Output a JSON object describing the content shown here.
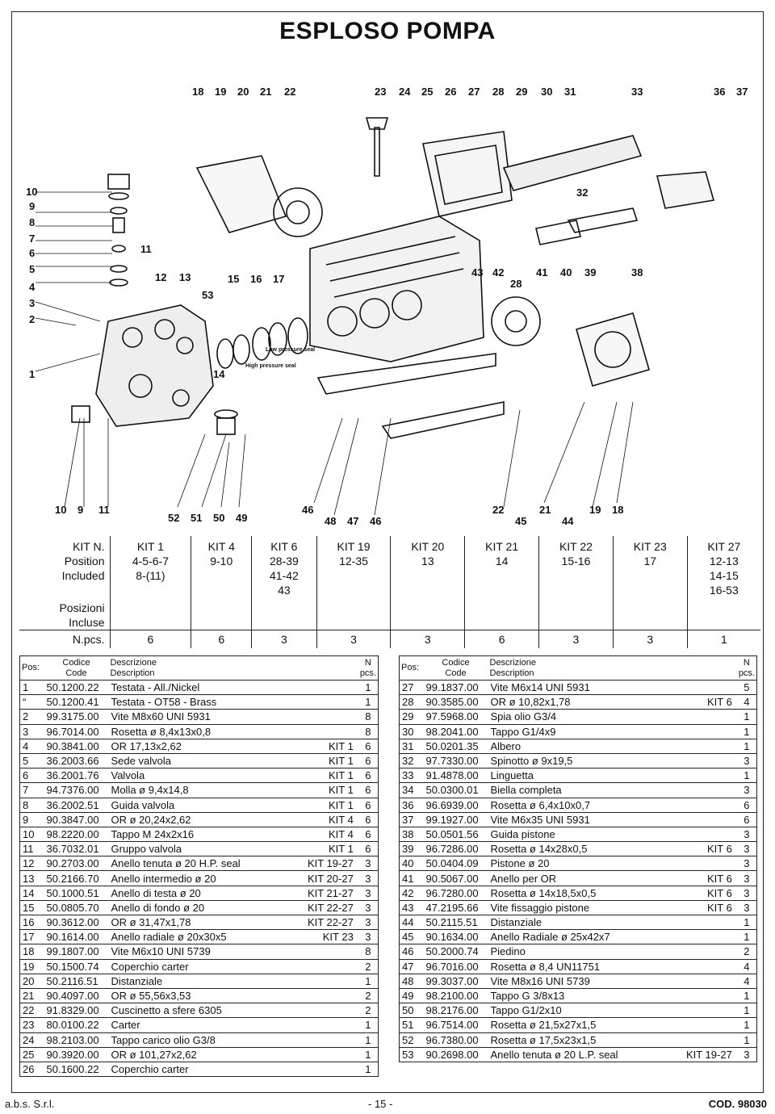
{
  "title": "ESPLOSO POMPA",
  "diagram": {
    "callouts_top": [
      "18",
      "19",
      "20",
      "21",
      "22",
      "23",
      "24",
      "25",
      "26",
      "27",
      "28",
      "29",
      "30",
      "31",
      "33",
      "36",
      "37"
    ],
    "callouts_left": [
      "10",
      "9",
      "8",
      "7",
      "6",
      "5",
      "4",
      "3",
      "2",
      "1"
    ],
    "callouts_mid": [
      "11",
      "12",
      "13",
      "53",
      "15",
      "16",
      "17",
      "14",
      "32",
      "43",
      "42",
      "41",
      "40",
      "39",
      "38",
      "28"
    ],
    "callouts_bottom": [
      "10",
      "9",
      "11",
      "52",
      "51",
      "50",
      "49",
      "46",
      "48",
      "47",
      "46",
      "22",
      "45",
      "21",
      "44",
      "19",
      "18"
    ],
    "seal_labels": [
      "Low pressure seal",
      "High pressure seal"
    ]
  },
  "kits": {
    "header": {
      "line1": "KIT N.",
      "line2": "Position",
      "line3": "Included",
      "line4": "Posizioni",
      "line5": "Incluse",
      "pcs": "N.pcs."
    },
    "columns": [
      {
        "name": "KIT 1",
        "pos": [
          "4-5-6-7",
          "8-(11)"
        ],
        "pcs": "6"
      },
      {
        "name": "KIT 4",
        "pos": [
          "9-10"
        ],
        "pcs": "6"
      },
      {
        "name": "KIT 6",
        "pos": [
          "28-39",
          "41-42",
          "43"
        ],
        "pcs": "3"
      },
      {
        "name": "KIT 19",
        "pos": [
          "12-35"
        ],
        "pcs": "3"
      },
      {
        "name": "KIT 20",
        "pos": [
          "13"
        ],
        "pcs": "3"
      },
      {
        "name": "KIT 21",
        "pos": [
          "14"
        ],
        "pcs": "6"
      },
      {
        "name": "KIT 22",
        "pos": [
          "15-16"
        ],
        "pcs": "3"
      },
      {
        "name": "KIT 23",
        "pos": [
          "17"
        ],
        "pcs": "3"
      },
      {
        "name": "KIT 27",
        "pos": [
          "12-13",
          "14-15",
          "16-53"
        ],
        "pcs": "1"
      }
    ]
  },
  "parts_header": {
    "pos": "Pos:",
    "codice": "Codice",
    "code": "Code",
    "descrizione": "Descrizione",
    "description": "Description",
    "n": "N",
    "pcs": "pcs."
  },
  "parts_left": [
    {
      "pos": "1",
      "code": "50.1200.22",
      "desc": "Testata - All./Nickel",
      "kit": "",
      "n": "1"
    },
    {
      "pos": "“",
      "code": "50.1200.41",
      "desc": "Testata - OT58 - Brass",
      "kit": "",
      "n": "1"
    },
    {
      "pos": "2",
      "code": "99.3175.00",
      "desc": "Vite M8x60 UNI 5931",
      "kit": "",
      "n": "8"
    },
    {
      "pos": "3",
      "code": "96.7014.00",
      "desc": "Rosetta ø 8,4x13x0,8",
      "kit": "",
      "n": "8"
    },
    {
      "pos": "4",
      "code": "90.3841.00",
      "desc": "OR 17,13x2,62",
      "kit": "KIT 1",
      "n": "6"
    },
    {
      "pos": "5",
      "code": "36.2003.66",
      "desc": "Sede valvola",
      "kit": "KIT 1",
      "n": "6"
    },
    {
      "pos": "6",
      "code": "36.2001.76",
      "desc": "Valvola",
      "kit": "KIT 1",
      "n": "6"
    },
    {
      "pos": "7",
      "code": "94.7376.00",
      "desc": "Molla ø 9,4x14,8",
      "kit": "KIT 1",
      "n": "6"
    },
    {
      "pos": "8",
      "code": "36.2002.51",
      "desc": "Guida valvola",
      "kit": "KIT 1",
      "n": "6"
    },
    {
      "pos": "9",
      "code": "90.3847.00",
      "desc": "OR ø 20,24x2,62",
      "kit": "KIT 4",
      "n": "6"
    },
    {
      "pos": "10",
      "code": "98.2220.00",
      "desc": "Tappo M 24x2x16",
      "kit": "KIT 4",
      "n": "6"
    },
    {
      "pos": "11",
      "code": "36.7032.01",
      "desc": "Gruppo valvola",
      "kit": "KIT 1",
      "n": "6"
    },
    {
      "pos": "12",
      "code": "90.2703.00",
      "desc": "Anello tenuta ø 20 H.P. seal",
      "kit": "KIT 19-27",
      "n": "3"
    },
    {
      "pos": "13",
      "code": "50.2166.70",
      "desc": "Anello intermedio ø 20",
      "kit": "KIT 20-27",
      "n": "3"
    },
    {
      "pos": "14",
      "code": "50.1000.51",
      "desc": "Anello di testa ø 20",
      "kit": "KIT 21-27",
      "n": "3"
    },
    {
      "pos": "15",
      "code": "50.0805.70",
      "desc": "Anello di fondo ø 20",
      "kit": "KIT 22-27",
      "n": "3"
    },
    {
      "pos": "16",
      "code": "90.3612.00",
      "desc": "OR ø 31,47x1,78",
      "kit": "KIT 22-27",
      "n": "3"
    },
    {
      "pos": "17",
      "code": "90.1614.00",
      "desc": "Anello radiale ø 20x30x5",
      "kit": "KIT 23",
      "n": "3"
    },
    {
      "pos": "18",
      "code": "99.1807.00",
      "desc": "Vite M6x10 UNI 5739",
      "kit": "",
      "n": "8"
    },
    {
      "pos": "19",
      "code": "50.1500.74",
      "desc": "Coperchio carter",
      "kit": "",
      "n": "2"
    },
    {
      "pos": "20",
      "code": "50.2116.51",
      "desc": "Distanziale",
      "kit": "",
      "n": "1"
    },
    {
      "pos": "21",
      "code": "90.4097.00",
      "desc": "OR ø 55,56x3,53",
      "kit": "",
      "n": "2"
    },
    {
      "pos": "22",
      "code": "91.8329.00",
      "desc": "Cuscinetto a sfere 6305",
      "kit": "",
      "n": "2"
    },
    {
      "pos": "23",
      "code": "80.0100.22",
      "desc": "Carter",
      "kit": "",
      "n": "1"
    },
    {
      "pos": "24",
      "code": "98.2103.00",
      "desc": "Tappo carico olio G3/8",
      "kit": "",
      "n": "1"
    },
    {
      "pos": "25",
      "code": "90.3920.00",
      "desc": "OR ø 101,27x2,62",
      "kit": "",
      "n": "1"
    },
    {
      "pos": "26",
      "code": "50.1600.22",
      "desc": "Coperchio carter",
      "kit": "",
      "n": "1"
    }
  ],
  "parts_right": [
    {
      "pos": "27",
      "code": "99.1837.00",
      "desc": "Vite M6x14 UNI 5931",
      "kit": "",
      "n": "5"
    },
    {
      "pos": "28",
      "code": "90.3585.00",
      "desc": "OR ø 10,82x1,78",
      "kit": "KIT 6",
      "n": "4"
    },
    {
      "pos": "29",
      "code": "97.5968.00",
      "desc": "Spia olio G3/4",
      "kit": "",
      "n": "1"
    },
    {
      "pos": "30",
      "code": "98.2041.00",
      "desc": "Tappo G1/4x9",
      "kit": "",
      "n": "1"
    },
    {
      "pos": "31",
      "code": "50.0201.35",
      "desc": "Albero",
      "kit": "",
      "n": "1"
    },
    {
      "pos": "32",
      "code": "97.7330.00",
      "desc": "Spinotto ø 9x19,5",
      "kit": "",
      "n": "3"
    },
    {
      "pos": "33",
      "code": "91.4878.00",
      "desc": "Linguetta",
      "kit": "",
      "n": "1"
    },
    {
      "pos": "34",
      "code": "50.0300.01",
      "desc": "Biella completa",
      "kit": "",
      "n": "3"
    },
    {
      "pos": "36",
      "code": "96.6939.00",
      "desc": "Rosetta ø 6,4x10x0,7",
      "kit": "",
      "n": "6"
    },
    {
      "pos": "37",
      "code": "99.1927.00",
      "desc": "Vite M6x35 UNI 5931",
      "kit": "",
      "n": "6"
    },
    {
      "pos": "38",
      "code": "50.0501.56",
      "desc": "Guida pistone",
      "kit": "",
      "n": "3"
    },
    {
      "pos": "39",
      "code": "96.7286.00",
      "desc": "Rosetta ø 14x28x0,5",
      "kit": "KIT 6",
      "n": "3"
    },
    {
      "pos": "40",
      "code": "50.0404.09",
      "desc": "Pistone ø 20",
      "kit": "",
      "n": "3"
    },
    {
      "pos": "41",
      "code": "90.5067.00",
      "desc": "Anello per OR",
      "kit": "KIT 6",
      "n": "3"
    },
    {
      "pos": "42",
      "code": "96.7280.00",
      "desc": "Rosetta ø 14x18,5x0,5",
      "kit": "KIT 6",
      "n": "3"
    },
    {
      "pos": "43",
      "code": "47.2195.66",
      "desc": "Vite fissaggio pistone",
      "kit": "KIT 6",
      "n": "3"
    },
    {
      "pos": "44",
      "code": "50.2115.51",
      "desc": "Distanziale",
      "kit": "",
      "n": "1"
    },
    {
      "pos": "45",
      "code": "90.1634.00",
      "desc": "Anello Radiale ø 25x42x7",
      "kit": "",
      "n": "1"
    },
    {
      "pos": "46",
      "code": "50.2000.74",
      "desc": "Piedino",
      "kit": "",
      "n": "2"
    },
    {
      "pos": "47",
      "code": "96.7016.00",
      "desc": "Rosetta ø 8,4 UN11751",
      "kit": "",
      "n": "4"
    },
    {
      "pos": "48",
      "code": "99.3037.00",
      "desc": "Vite M8x16 UNI 5739",
      "kit": "",
      "n": "4"
    },
    {
      "pos": "49",
      "code": "98.2100.00",
      "desc": "Tappo G 3/8x13",
      "kit": "",
      "n": "1"
    },
    {
      "pos": "50",
      "code": "98.2176.00",
      "desc": "Tappo G1/2x10",
      "kit": "",
      "n": "1"
    },
    {
      "pos": "51",
      "code": "96.7514.00",
      "desc": "Rosetta ø 21,5x27x1,5",
      "kit": "",
      "n": "1"
    },
    {
      "pos": "52",
      "code": "96.7380.00",
      "desc": "Rosetta ø 17,5x23x1,5",
      "kit": "",
      "n": "1"
    },
    {
      "pos": "53",
      "code": "90.2698.00",
      "desc": "Anello tenuta ø 20 L.P. seal",
      "kit": "KIT 19-27",
      "n": "3"
    }
  ],
  "footer": {
    "company": "a.b.s. S.r.l.",
    "page": "- 15 -",
    "code": "COD. 98030"
  }
}
